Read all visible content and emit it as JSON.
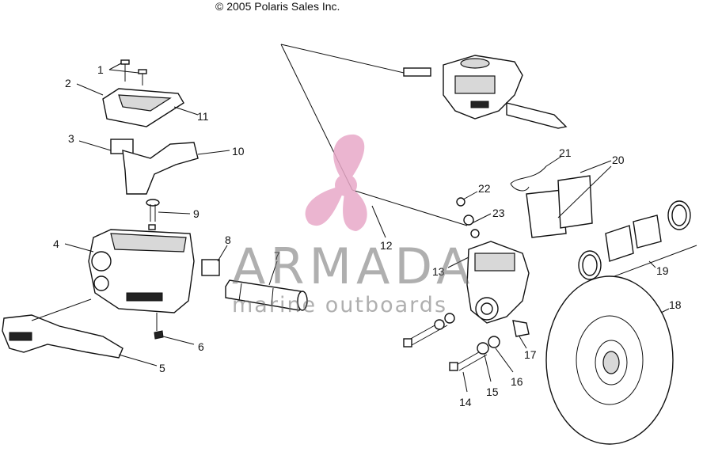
{
  "copyright": "© 2005 Polaris Sales Inc.",
  "watermark": {
    "title": "ARMADA",
    "subtitle": "marine outboards",
    "logo_color": "#e8a9c8"
  },
  "callouts": [
    "1",
    "2",
    "3",
    "4",
    "5",
    "6",
    "7",
    "8",
    "9",
    "10",
    "11",
    "12",
    "13",
    "14",
    "15",
    "16",
    "17",
    "18",
    "19",
    "20",
    "21",
    "22",
    "23"
  ]
}
